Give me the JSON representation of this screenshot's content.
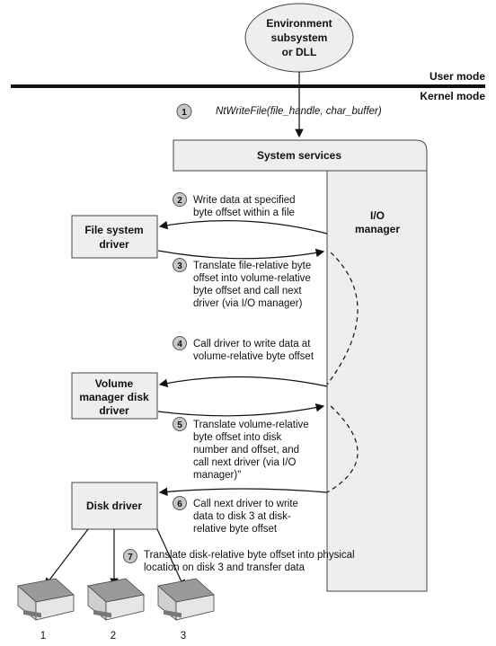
{
  "environment": [
    "Environment",
    "subsystem",
    "or DLL"
  ],
  "user_mode": "User mode",
  "kernel_mode": "Kernel mode",
  "call": "NtWriteFile(file_handle, char_buffer)",
  "system_services": "System services",
  "io_manager": [
    "I/O",
    "manager"
  ],
  "file_system_driver": [
    "File system",
    "driver"
  ],
  "volume_manager_driver": [
    "Volume",
    "manager disk",
    "driver"
  ],
  "disk_driver": "Disk driver",
  "steps": [
    {
      "num": "1",
      "lines": []
    },
    {
      "num": "2",
      "lines": [
        "Write data at specified",
        "byte offset within a file"
      ]
    },
    {
      "num": "3",
      "lines": [
        "Translate file-relative byte",
        "offset into volume-relative",
        "byte offset and call next",
        "driver (via I/O manager)"
      ]
    },
    {
      "num": "4",
      "lines": [
        "Call driver to write data at",
        "volume-relative byte offset"
      ]
    },
    {
      "num": "5",
      "lines": [
        "Translate volume-relative",
        "byte offset into disk",
        "number and offset, and",
        "call next driver (via I/O",
        "manager)\""
      ]
    },
    {
      "num": "6",
      "lines": [
        "Call next driver to write",
        "data to disk 3 at disk-",
        "relative byte offset"
      ]
    },
    {
      "num": "7",
      "lines": [
        "Translate disk-relative byte offset into physical",
        "location on disk 3 and transfer data"
      ]
    }
  ],
  "disks": [
    "1",
    "2",
    "3"
  ],
  "colors": {
    "box_fill": "#eeeeee",
    "circle_fill": "#c8c8c8",
    "mode_line": "#111111"
  }
}
